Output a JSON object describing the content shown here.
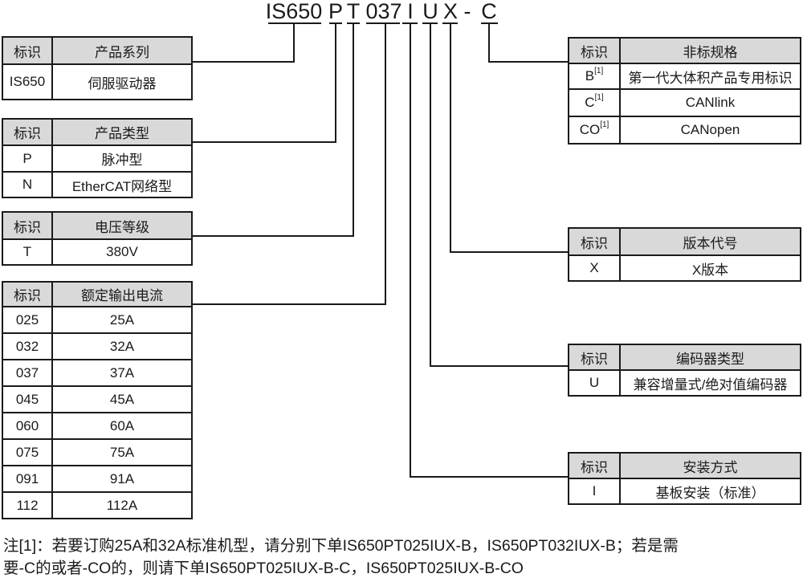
{
  "model_code": {
    "full": "IS650 P T 037 I U X - C",
    "segments": [
      "IS650",
      "P",
      "T",
      "037",
      "I",
      "U",
      "X",
      "-",
      "C"
    ]
  },
  "tables": [
    {
      "name": "product-series",
      "col_code": "标识",
      "col_desc": "产品系列",
      "rows": [
        {
          "code": "IS650",
          "sup": "",
          "desc": "伺服驱动器"
        }
      ]
    },
    {
      "name": "product-type",
      "col_code": "标识",
      "col_desc": "产品类型",
      "rows": [
        {
          "code": "P",
          "sup": "",
          "desc": "脉冲型"
        },
        {
          "code": "N",
          "sup": "",
          "desc": "EtherCAT网络型"
        }
      ]
    },
    {
      "name": "voltage-class",
      "col_code": "标识",
      "col_desc": "电压等级",
      "rows": [
        {
          "code": "T",
          "sup": "",
          "desc": "380V"
        }
      ]
    },
    {
      "name": "rated-output-current",
      "col_code": "标识",
      "col_desc": "额定输出电流",
      "rows": [
        {
          "code": "025",
          "sup": "",
          "desc": "25A"
        },
        {
          "code": "032",
          "sup": "",
          "desc": "32A"
        },
        {
          "code": "037",
          "sup": "",
          "desc": "37A"
        },
        {
          "code": "045",
          "sup": "",
          "desc": "45A"
        },
        {
          "code": "060",
          "sup": "",
          "desc": "60A"
        },
        {
          "code": "075",
          "sup": "",
          "desc": "75A"
        },
        {
          "code": "091",
          "sup": "",
          "desc": "91A"
        },
        {
          "code": "112",
          "sup": "",
          "desc": "112A"
        }
      ]
    },
    {
      "name": "non-standard-spec",
      "col_code": "标识",
      "col_desc": "非标规格",
      "rows": [
        {
          "code": "B",
          "sup": "[1]",
          "desc": "第一代大体积产品专用标识"
        },
        {
          "code": "C",
          "sup": "[1]",
          "desc": "CANlink"
        },
        {
          "code": "CO",
          "sup": "[1]",
          "desc": "CANopen"
        }
      ]
    },
    {
      "name": "version-code",
      "col_code": "标识",
      "col_desc": "版本代号",
      "rows": [
        {
          "code": "X",
          "sup": "",
          "desc": "X版本"
        }
      ]
    },
    {
      "name": "encoder-type",
      "col_code": "标识",
      "col_desc": "编码器类型",
      "rows": [
        {
          "code": "U",
          "sup": "",
          "desc": "兼容增量式/绝对值编码器"
        }
      ]
    },
    {
      "name": "mounting-type",
      "col_code": "标识",
      "col_desc": "安装方式",
      "rows": [
        {
          "code": "I",
          "sup": "",
          "desc": "基板安装（标准）"
        }
      ]
    }
  ],
  "footnote": {
    "line1": "注[1]：若要订购25A和32A标准机型，请分别下单IS650PT025IUX-B，IS650PT032IUX-B；若是需",
    "line2": "要-C的或者-CO的，则请下单IS650PT025IUX-B-C，IS650PT025IUX-B-CO"
  },
  "colors": {
    "header_bg": "#d9d9d9",
    "border": "#1a1a1a",
    "text": "#1a1a1a",
    "background": "#ffffff"
  }
}
